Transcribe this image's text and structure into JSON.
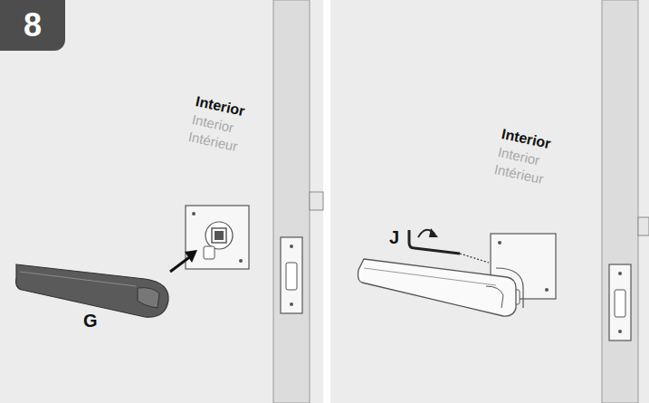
{
  "diagram": {
    "nodes": [
      {
        "text": [
          "8"
        ]
      }
    ],
    "labels": [
      "Interior",
      "Interior",
      "Intérieur",
      "G",
      "Interior",
      "Interior",
      "Intérieur",
      "J"
    ]
  }
}
